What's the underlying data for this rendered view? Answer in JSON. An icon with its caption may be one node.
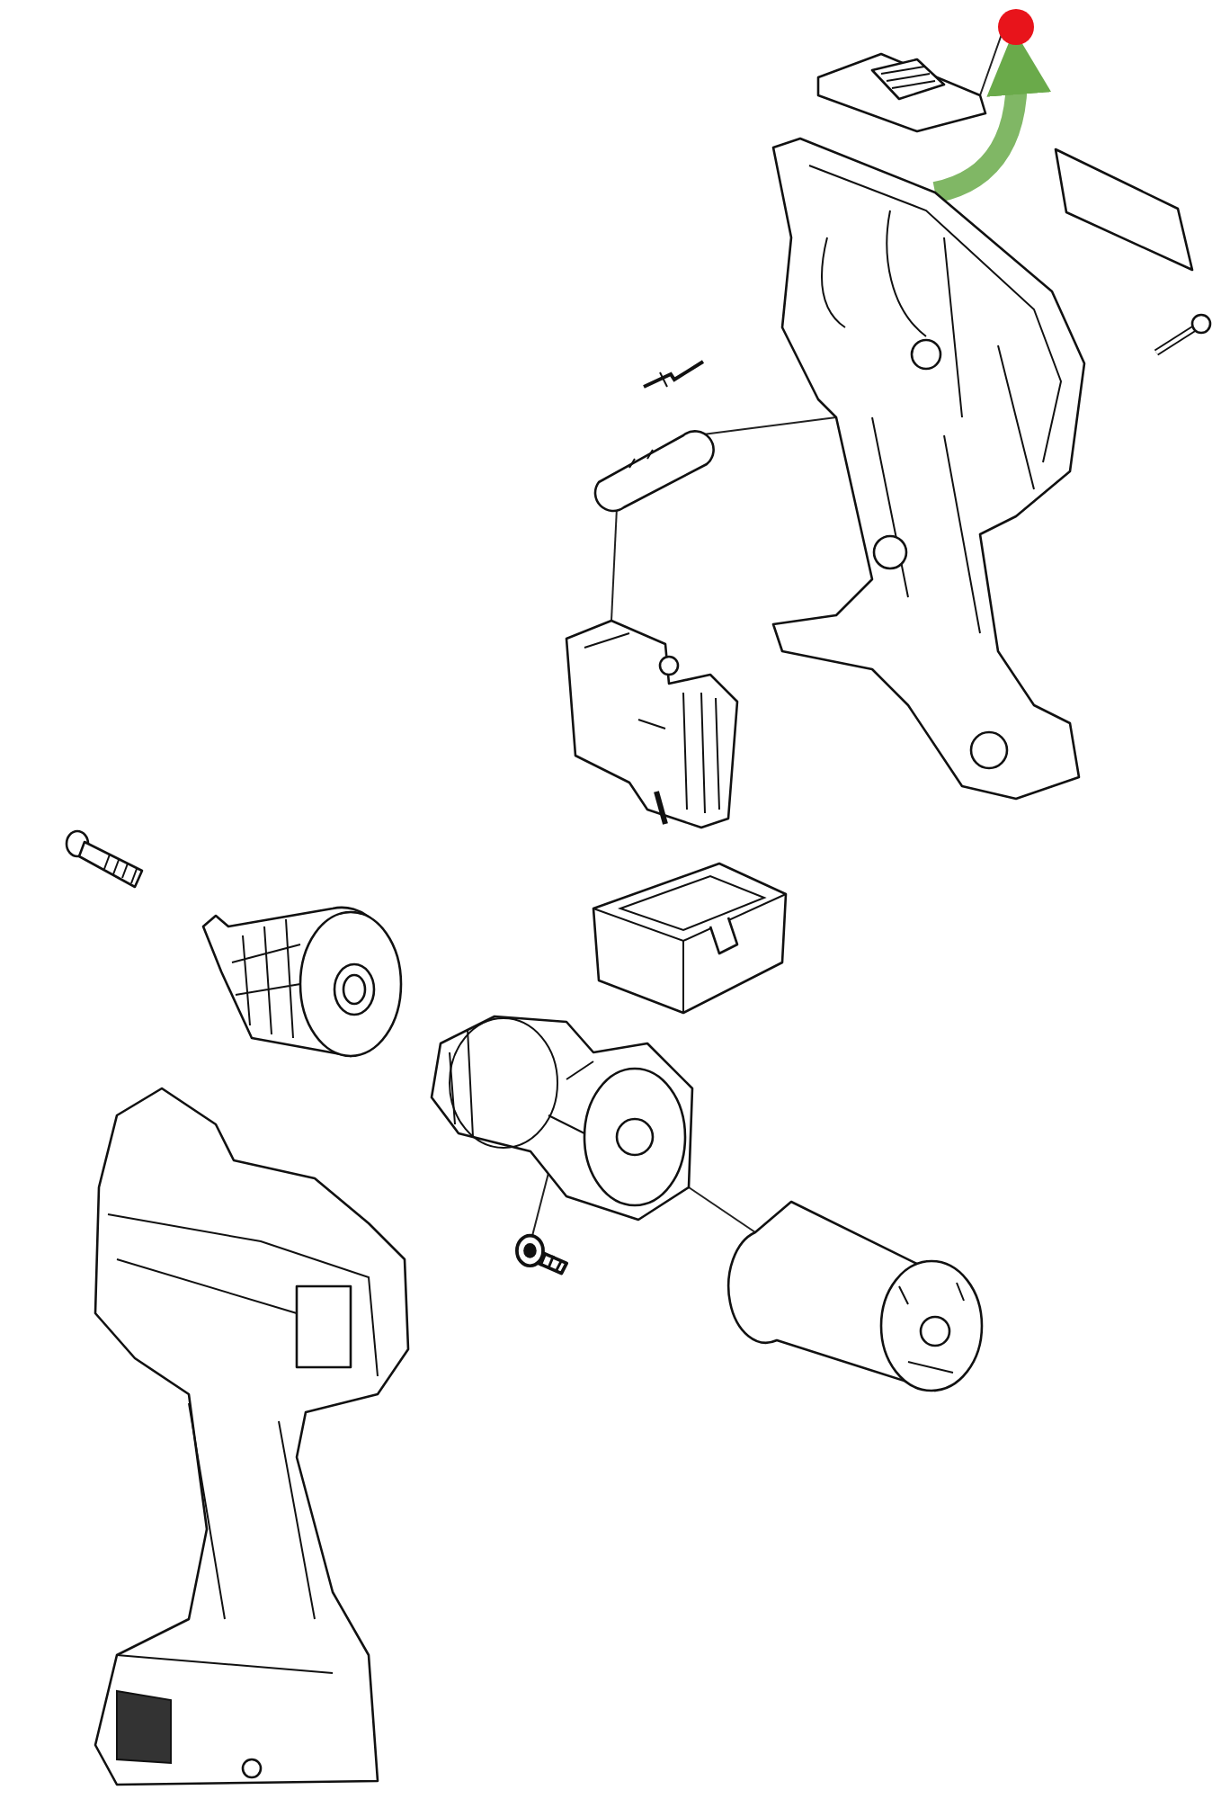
{
  "diagram": {
    "nodes": [
      {
        "text": [],
        "shape": "picture"
      },
      {
        "text": [],
        "shape": "circle"
      },
      {
        "text": [],
        "shape": "picture"
      },
      {
        "text": [],
        "shape": "picture"
      },
      {
        "text": [],
        "shape": "picture"
      },
      {
        "text": [],
        "shape": "picture"
      },
      {
        "text": [],
        "shape": "picture"
      },
      {
        "text": [],
        "shape": "picture"
      },
      {
        "text": [],
        "shape": "picture"
      },
      {
        "text": [],
        "shape": "picture"
      },
      {
        "text": [],
        "shape": "picture"
      },
      {
        "text": [],
        "shape": "picture"
      },
      {
        "text": [],
        "shape": "picture"
      },
      {
        "text": [],
        "shape": "picture"
      },
      {
        "text": [],
        "shape": "picture"
      }
    ],
    "edges": [
      {
        "from": 1,
        "to": 0,
        "arrow": "none"
      },
      {
        "from": 2,
        "to": 1,
        "arrow": "to",
        "style": "thick",
        "color": "#6aaa4a"
      },
      {
        "from": 6,
        "to": 2,
        "arrow": "none"
      },
      {
        "from": 6,
        "to": 7,
        "arrow": "none"
      },
      {
        "from": 12,
        "to": 11,
        "arrow": "none"
      },
      {
        "from": 11,
        "to": 13,
        "arrow": "none"
      }
    ]
  }
}
